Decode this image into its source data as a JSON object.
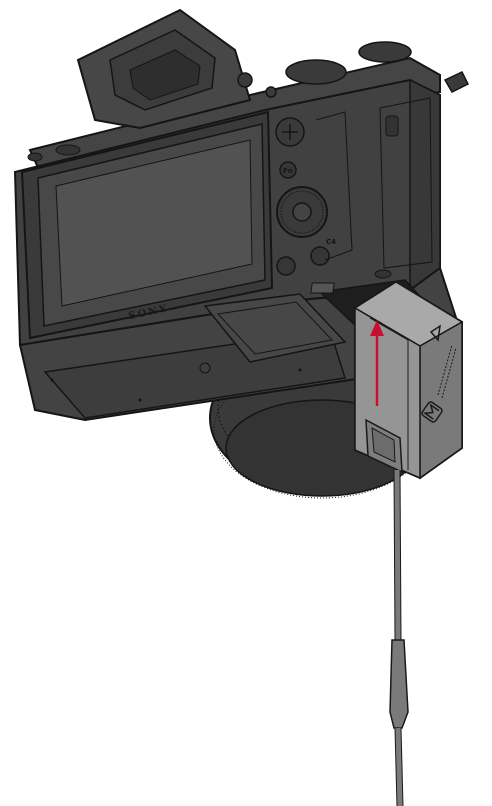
{
  "camera": {
    "brand": "SONY",
    "dial_marks": {
      "fn": "Fn",
      "c4": "C4"
    }
  },
  "colors": {
    "body": "#3f3f3f",
    "body_dark": "#2b2b2b",
    "outline": "#151515",
    "screen": "#4a4a4a",
    "battery": "#8d8d8d",
    "battery_light": "#a9a9a9",
    "cable": "#7a7a7a",
    "arrow": "#c8102e",
    "background": "#ffffff"
  },
  "icons": {
    "arrow": "up-arrow-icon",
    "triangle": "triangle-marker-icon",
    "logo": "m-logo-icon"
  }
}
